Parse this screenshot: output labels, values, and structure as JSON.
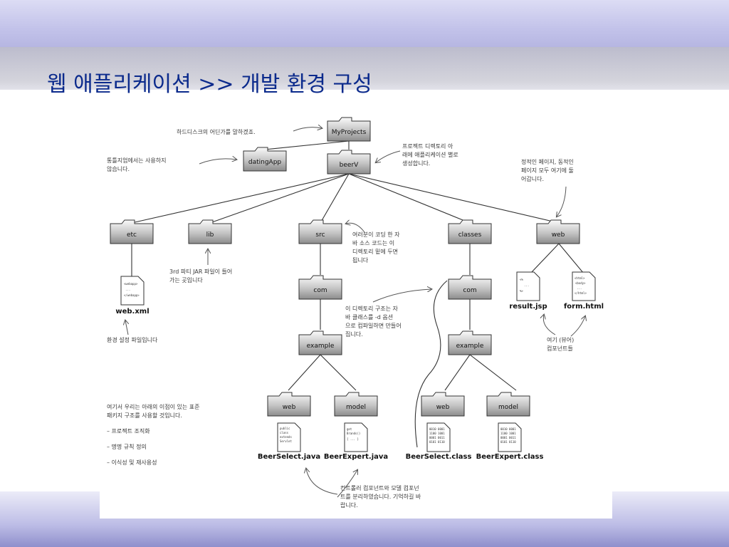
{
  "slide": {
    "title": "웹 애플리케이션 >> 개발 환경 구성"
  },
  "folders": {
    "myprojects": "MyProjects",
    "datingapp": "datingApp",
    "beerv": "beerV",
    "etc": "etc",
    "lib": "lib",
    "src": "src",
    "classes": "classes",
    "web": "web",
    "src_com": "com",
    "src_example": "example",
    "src_web": "web",
    "src_model": "model",
    "cls_com": "com",
    "cls_example": "example",
    "cls_web": "web",
    "cls_model": "model"
  },
  "files": {
    "web_xml": "web.xml",
    "result_jsp": "result.jsp",
    "form_html": "form.html",
    "beerselect_java": "BeerSelect.java",
    "beerexpert_java": "BeerExpert.java",
    "beerselect_class": "BeerSelect.class",
    "beerexpert_class": "BeerExpert.class"
  },
  "notes": {
    "harddisk": [
      "하드디스크의 어딘가를 말하겠죠."
    ],
    "datingapp": [
      "통틀지엄에서는 사용하지",
      "않습니다."
    ],
    "beerv": [
      "프로젝트 디렉토리 아",
      "래에 애플리케이션 별로",
      "생성합니다."
    ],
    "static": [
      "정적인 페이지, 동적인",
      "페이지 모두 여기에 둘",
      "어갑니다."
    ],
    "src": [
      "여러분이 코딩 한 자",
      "바 소스 코드는 이",
      "디렉토리 밑에 두면",
      "됩니다"
    ],
    "lib": [
      "3rd 파티 JAR 파일이 들어",
      "가는 곳입니다"
    ],
    "package": [
      "이 디렉토리 구조는 자",
      "바 클래스를 -d 옵션",
      "으로 컴파일하면 만들어",
      "집니다."
    ],
    "webxml": [
      "환경 설정 파일입니다"
    ],
    "views": [
      "여기 (뷰어)",
      "컴포넌트들"
    ],
    "structure": [
      "여기서 우리는 아래의 이점이 있는 표준",
      "패키지 구조를 사용할 것입니다.",
      "– 프로젝트 조직화",
      "– 명명 규칙 정의",
      "– 이식성 및 재사용성"
    ],
    "controller": [
      "컨트롤러 컴포넌트와 모델 컴포넌",
      "트를 분리하였습니다. 기억하길 바",
      "랍니다."
    ]
  }
}
